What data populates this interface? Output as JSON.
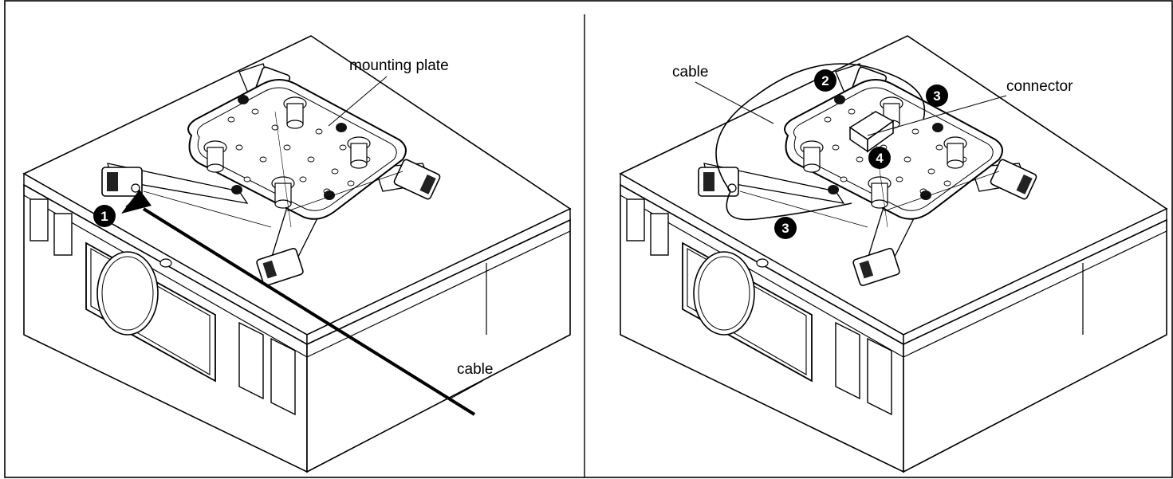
{
  "panels": [
    {
      "labels": {
        "mounting_plate": "mounting  plate",
        "cable": "cable"
      },
      "steps": [
        "1"
      ]
    },
    {
      "labels": {
        "cable": "cable",
        "connector": "connector"
      },
      "steps": [
        "2",
        "3",
        "3",
        "4"
      ]
    }
  ]
}
